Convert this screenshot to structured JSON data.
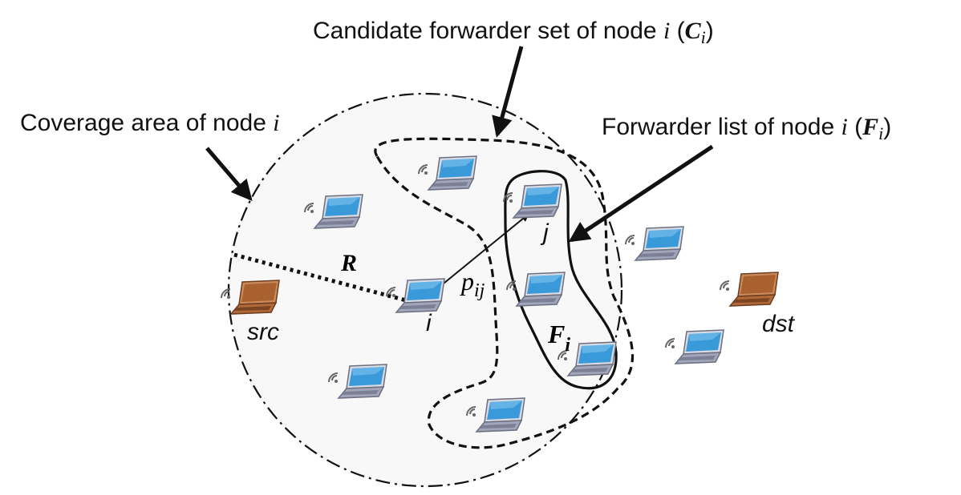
{
  "labels": {
    "candidate_prefix": "Candidate forwarder set of node",
    "candidate_node": "i",
    "candidate_set_symbol": "C",
    "candidate_set_sub": "i",
    "forwarder_prefix": "Forwarder list of node",
    "forwarder_node": "i",
    "forwarder_list_symbol": "F",
    "forwarder_list_sub": "i",
    "coverage_prefix": "Coverage area of node",
    "coverage_node": "i",
    "radius": "R",
    "prob_symbol": "p",
    "prob_sub": "ij",
    "inner_list_symbol": "F",
    "inner_list_sub": "i"
  },
  "nodes": {
    "src": "src",
    "dst": "dst",
    "i": "i",
    "j": "j"
  },
  "colors": {
    "node_laptop_screen": "#3a9ad9",
    "node_laptop_body": "#8a8fa8",
    "endpoint_laptop_body": "#b06a3a",
    "coverage_fill": "#f8f8f8"
  }
}
